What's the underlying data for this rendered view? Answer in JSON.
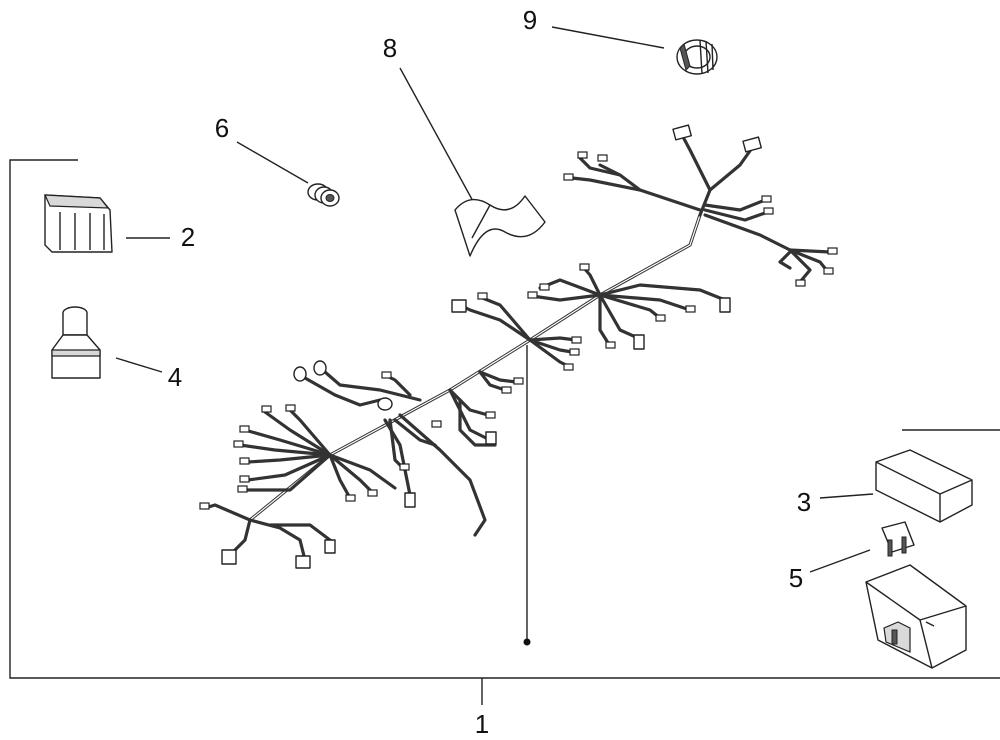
{
  "callouts": {
    "c1": "1",
    "c2": "2",
    "c3": "3",
    "c4": "4",
    "c5": "5",
    "c6": "6",
    "c8": "8",
    "c9": "9"
  }
}
